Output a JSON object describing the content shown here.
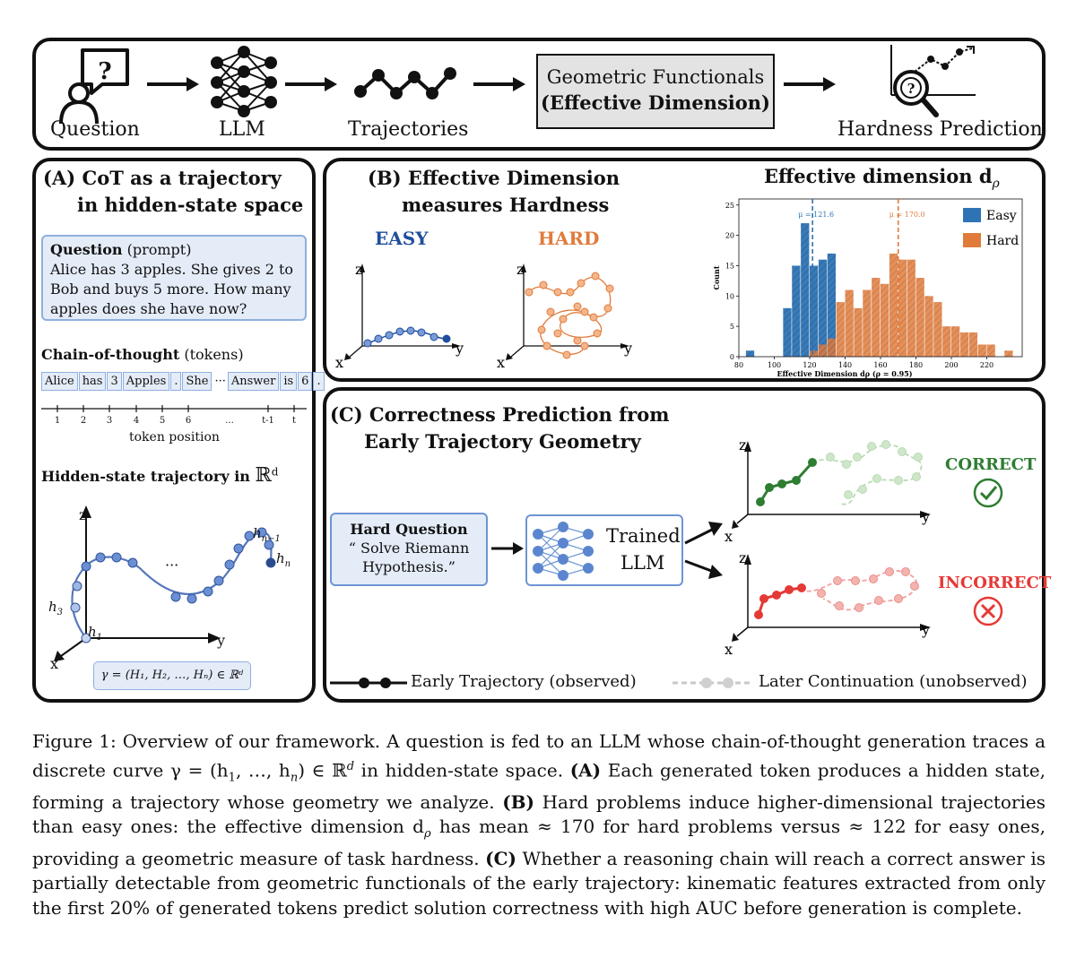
{
  "pipeline": {
    "question_label": "Question",
    "llm_label": "LLM",
    "trajectories_label": "Trajectories",
    "functionals_line1": "Geometric Functionals",
    "functionals_line2": "(Effective Dimension)",
    "hardness_label": "Hardness Prediction"
  },
  "panel_a": {
    "title_line1": "(A) CoT as a trajectory",
    "title_line2": "in hidden-state space",
    "question_bold": "Question",
    "question_suffix": " (prompt)",
    "question_text": "Alice has 3 apples. She gives 2 to Bob and buys 5 more. How many apples does she have now?",
    "cot_bold": "Chain-of-thought",
    "cot_suffix": " (tokens)",
    "tokens": [
      "Alice",
      "has",
      "3",
      "Apples",
      ".",
      "She",
      "···",
      "Answer",
      "is",
      "6",
      "."
    ],
    "positions": [
      "1",
      "2",
      "3",
      "4",
      "5",
      "6",
      "...",
      "t-1",
      "t"
    ],
    "token_position_label": "token position",
    "traj_title": "Hidden-state trajectory in",
    "traj_space": "ℝ",
    "traj_sup": "d",
    "h1": "h",
    "h1_sub": "1",
    "h3": "h",
    "h3_sub": "3",
    "hn1": "h",
    "hn1_sub": "n−1",
    "hn": "h",
    "hn_sub": "n",
    "dots": "···",
    "axis_x": "x",
    "axis_y": "y",
    "axis_z": "z",
    "gamma_formula": "γ = (H₁, H₂, …, Hₙ) ∈ ℝᵈ"
  },
  "panel_b": {
    "title_line1": "(B) Effective Dimension",
    "title_line2": "measures Hardness",
    "easy_label": "EASY",
    "hard_label": "HARD",
    "axis_x": "x",
    "axis_y": "y",
    "axis_z": "z",
    "colors": {
      "easy": "#1f4e9c",
      "hard": "#e07b3c"
    }
  },
  "chart_data": {
    "type": "bar",
    "title": "Effective dimension d",
    "title_sub": "ρ",
    "xlabel": "Effective Dimension  dρ  (ρ = 0.95)",
    "ylabel": "Count",
    "xlim": [
      80,
      240
    ],
    "ylim": [
      0,
      26
    ],
    "xticks": [
      "80",
      "100",
      "120",
      "140",
      "160",
      "180",
      "200",
      "220"
    ],
    "yticks": [
      "0",
      "5",
      "10",
      "15",
      "20",
      "25"
    ],
    "legend": [
      "Easy",
      "Hard"
    ],
    "legend_placement": "top-right",
    "series": [
      {
        "name": "Easy",
        "color": "#2e74b5",
        "bin_starts": [
          84,
          105,
          110,
          115,
          120,
          125,
          130
        ],
        "bin_width": 5,
        "values": [
          1,
          8,
          15,
          22,
          15,
          16,
          17
        ]
      },
      {
        "name": "Hard",
        "color": "#e07b3c",
        "bin_starts": [
          120,
          125,
          130,
          135,
          140,
          145,
          150,
          155,
          160,
          165,
          170,
          175,
          180,
          185,
          190,
          195,
          200,
          205,
          210,
          215,
          220,
          225,
          230
        ],
        "bin_width": 5,
        "values": [
          1,
          2,
          3,
          9,
          11,
          8,
          11,
          13,
          12,
          17,
          16,
          16,
          13,
          10,
          9,
          5,
          5,
          4,
          4,
          2,
          2,
          0,
          1
        ]
      }
    ],
    "annotations": [
      {
        "text": "μ = 121.6",
        "x": 121.6,
        "color": "#2e74b5"
      },
      {
        "text": "μ = 170.0",
        "x": 170.0,
        "color": "#e07b3c"
      }
    ]
  },
  "panel_c": {
    "title_line1": "(C) Correctness Prediction from",
    "title_line2": "Early Trajectory Geometry",
    "hard_q_bold": "Hard Question",
    "hard_q_text1": "“ Solve Riemann",
    "hard_q_text2": "Hypothesis.”",
    "trained_line1": "Trained",
    "trained_line2": "LLM",
    "correct_label": "CORRECT",
    "incorrect_label": "INCORRECT",
    "legend_early": "Early Trajectory (observed)",
    "legend_later": "Later Continuation (unobserved)",
    "axis_x": "x",
    "axis_y": "y",
    "axis_z": "z",
    "colors": {
      "correct": "#2e7d32",
      "incorrect": "#e53935"
    }
  },
  "caption": {
    "label": "Figure 1: Overview of our framework.",
    "part1": " A question is fed to an LLM whose chain-of-thought generation traces a discrete curve γ = (h",
    "part2": ", …, h",
    "part3": ") ∈ ℝ",
    "part4": " in hidden-state space. ",
    "a_bold": "(A)",
    "a_text": " Each generated token produces a hidden state, forming a trajectory whose geometry we analyze. ",
    "b_bold": "(B)",
    "b_text1": " Hard problems induce higher-dimensional trajectories than easy ones: the effective dimension d",
    "b_text2": " has mean ≈ 170 for hard problems versus ≈ 122 for easy ones, providing a geometric measure of task hardness. ",
    "c_bold": "(C)",
    "c_text": " Whether a reasoning chain will reach a correct answer is partially detectable from geometric functionals of the early trajectory: kinematic features extracted from only the first 20% of generated tokens predict solution correctness with high AUC before generation is complete."
  }
}
